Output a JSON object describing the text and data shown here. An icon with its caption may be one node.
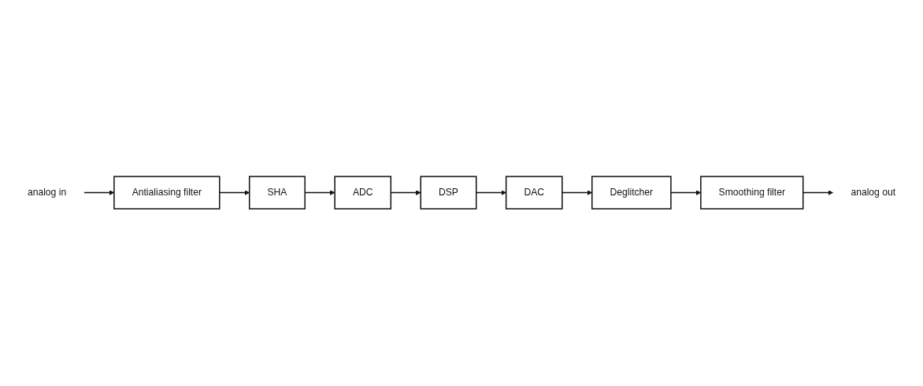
{
  "diagram": {
    "nodes": [
      {
        "text": [
          "analog in"
        ]
      },
      {
        "text": [
          "Antialiasing filter"
        ]
      },
      {
        "text": [
          "SHA"
        ]
      },
      {
        "text": [
          "ADC"
        ]
      },
      {
        "text": [
          "DSP"
        ]
      },
      {
        "text": [
          "DAC"
        ]
      },
      {
        "text": [
          "Deglitcher"
        ]
      },
      {
        "text": [
          "Smoothing filter"
        ]
      },
      {
        "text": [
          "analog out"
        ]
      }
    ],
    "edges": [
      {
        "from": 0,
        "to": 1,
        "arrow": "to"
      },
      {
        "from": 1,
        "to": 2,
        "arrow": "to"
      },
      {
        "from": 2,
        "to": 3,
        "arrow": "to"
      },
      {
        "from": 3,
        "to": 4,
        "arrow": "to"
      },
      {
        "from": 4,
        "to": 5,
        "arrow": "to"
      },
      {
        "from": 5,
        "to": 6,
        "arrow": "to"
      },
      {
        "from": 6,
        "to": 7,
        "arrow": "to"
      },
      {
        "from": 7,
        "to": 8,
        "arrow": "to"
      }
    ]
  }
}
